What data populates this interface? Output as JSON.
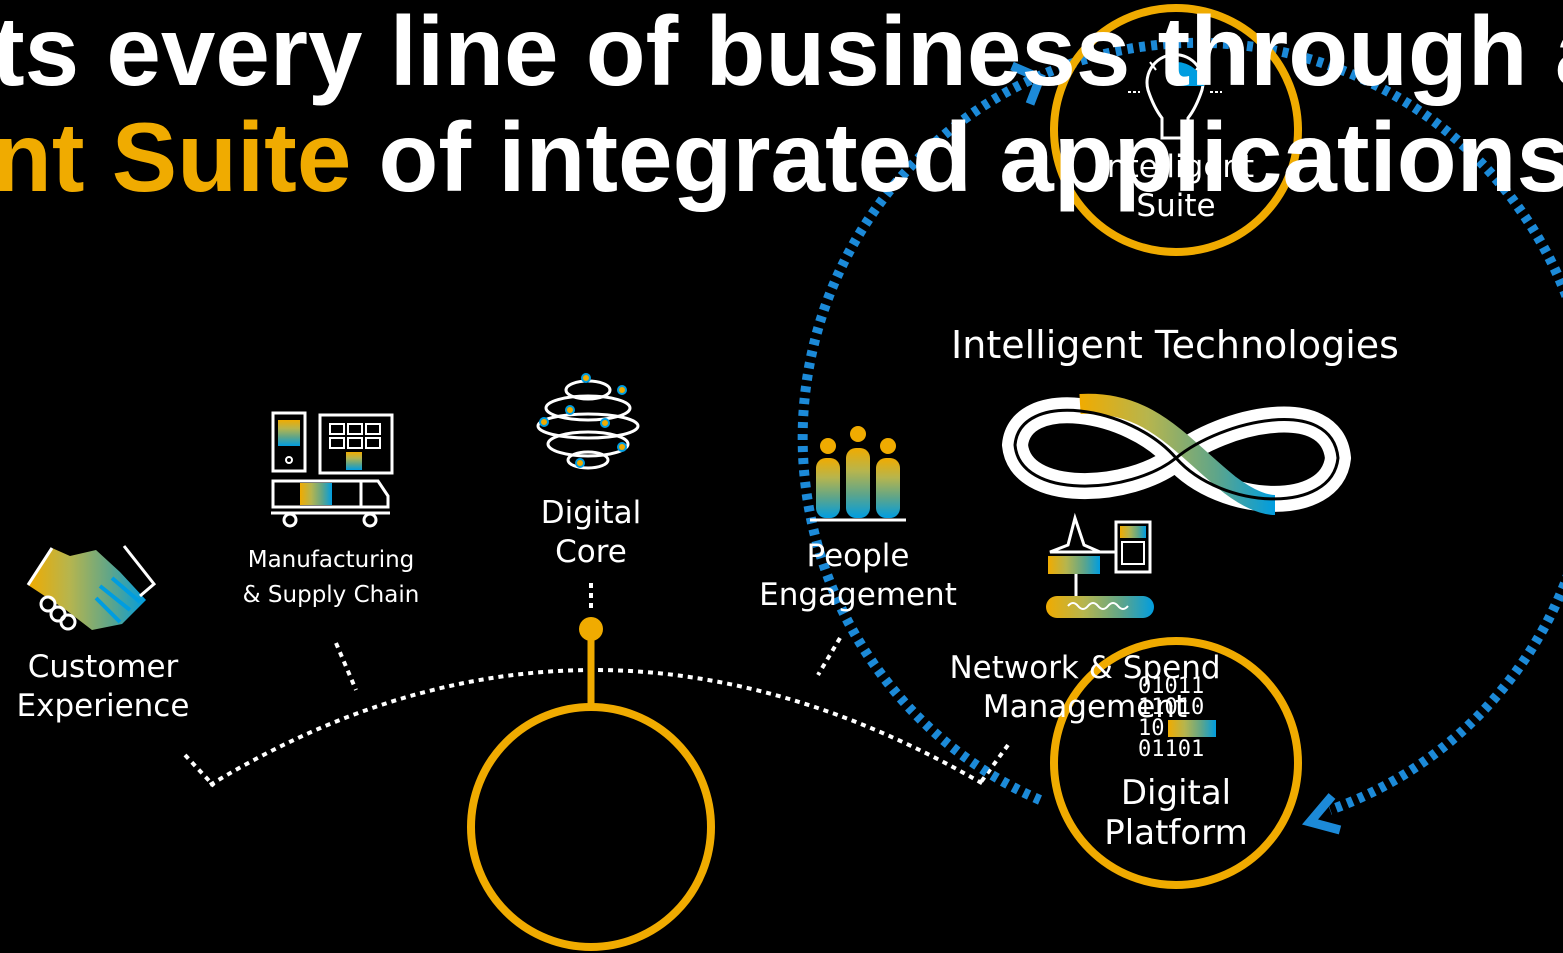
{
  "title": {
    "line1": "ts every line of business through a",
    "line2_accent": "nt Suite",
    "line2_rest": " of integrated applications"
  },
  "labels": {
    "customer_experience": [
      "Customer",
      "Experience"
    ],
    "manufacturing": [
      "Manufacturing",
      "& Supply Chain"
    ],
    "digital_core": [
      "Digital",
      "Core"
    ],
    "people_engagement": [
      "People",
      "Engagement"
    ],
    "intelligent_technologies": "Intelligent Technologies",
    "network_spend": [
      "Network & Spend",
      "Management"
    ],
    "intelligent_suite": [
      "Intelligent",
      "Suite"
    ],
    "digital_platform": [
      "Digital",
      "Platform"
    ],
    "binary_code": [
      "01011",
      "11010",
      "10",
      "01101"
    ]
  },
  "colors": {
    "background": "#000000",
    "accent_gold": "#f0ab00",
    "accent_blue": "#1c8ad8",
    "palette": [
      "#f0ab00",
      "#b6b54e",
      "#5ea58a",
      "#009de0"
    ],
    "text": "#ffffff"
  },
  "icons": {
    "customer_experience": "handshake-icon",
    "manufacturing": "factory-truck-icon",
    "digital_core": "globe-core-icon",
    "people_engagement": "people-icon",
    "intelligent_technologies": "infinity-icon",
    "network_spend": "network-spend-icon",
    "intelligent_suite": "lightbulb-icon",
    "digital_platform": "binary-data-icon"
  }
}
